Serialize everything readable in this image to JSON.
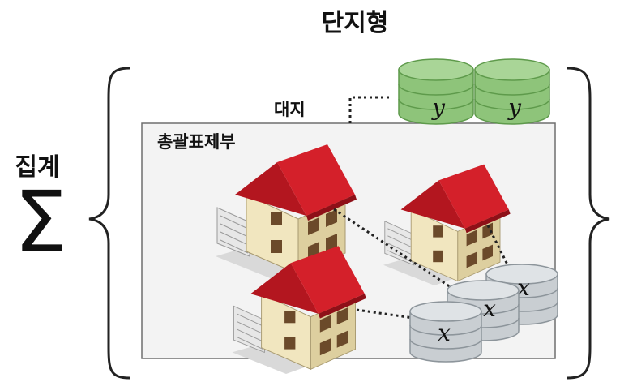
{
  "title": "단지형",
  "aggregate": {
    "label": "집계",
    "symbol": "Σ"
  },
  "land": {
    "label": "대지",
    "variable": "y"
  },
  "general_register": {
    "label": "총괄표제부"
  },
  "buildings": {
    "variable": "x"
  },
  "colors": {
    "roof": "#d4202a",
    "wall": "#f1e6bf",
    "land_db": "#8ec47a",
    "building_db": "#c9ced2",
    "panel": "#f3f3f3"
  }
}
